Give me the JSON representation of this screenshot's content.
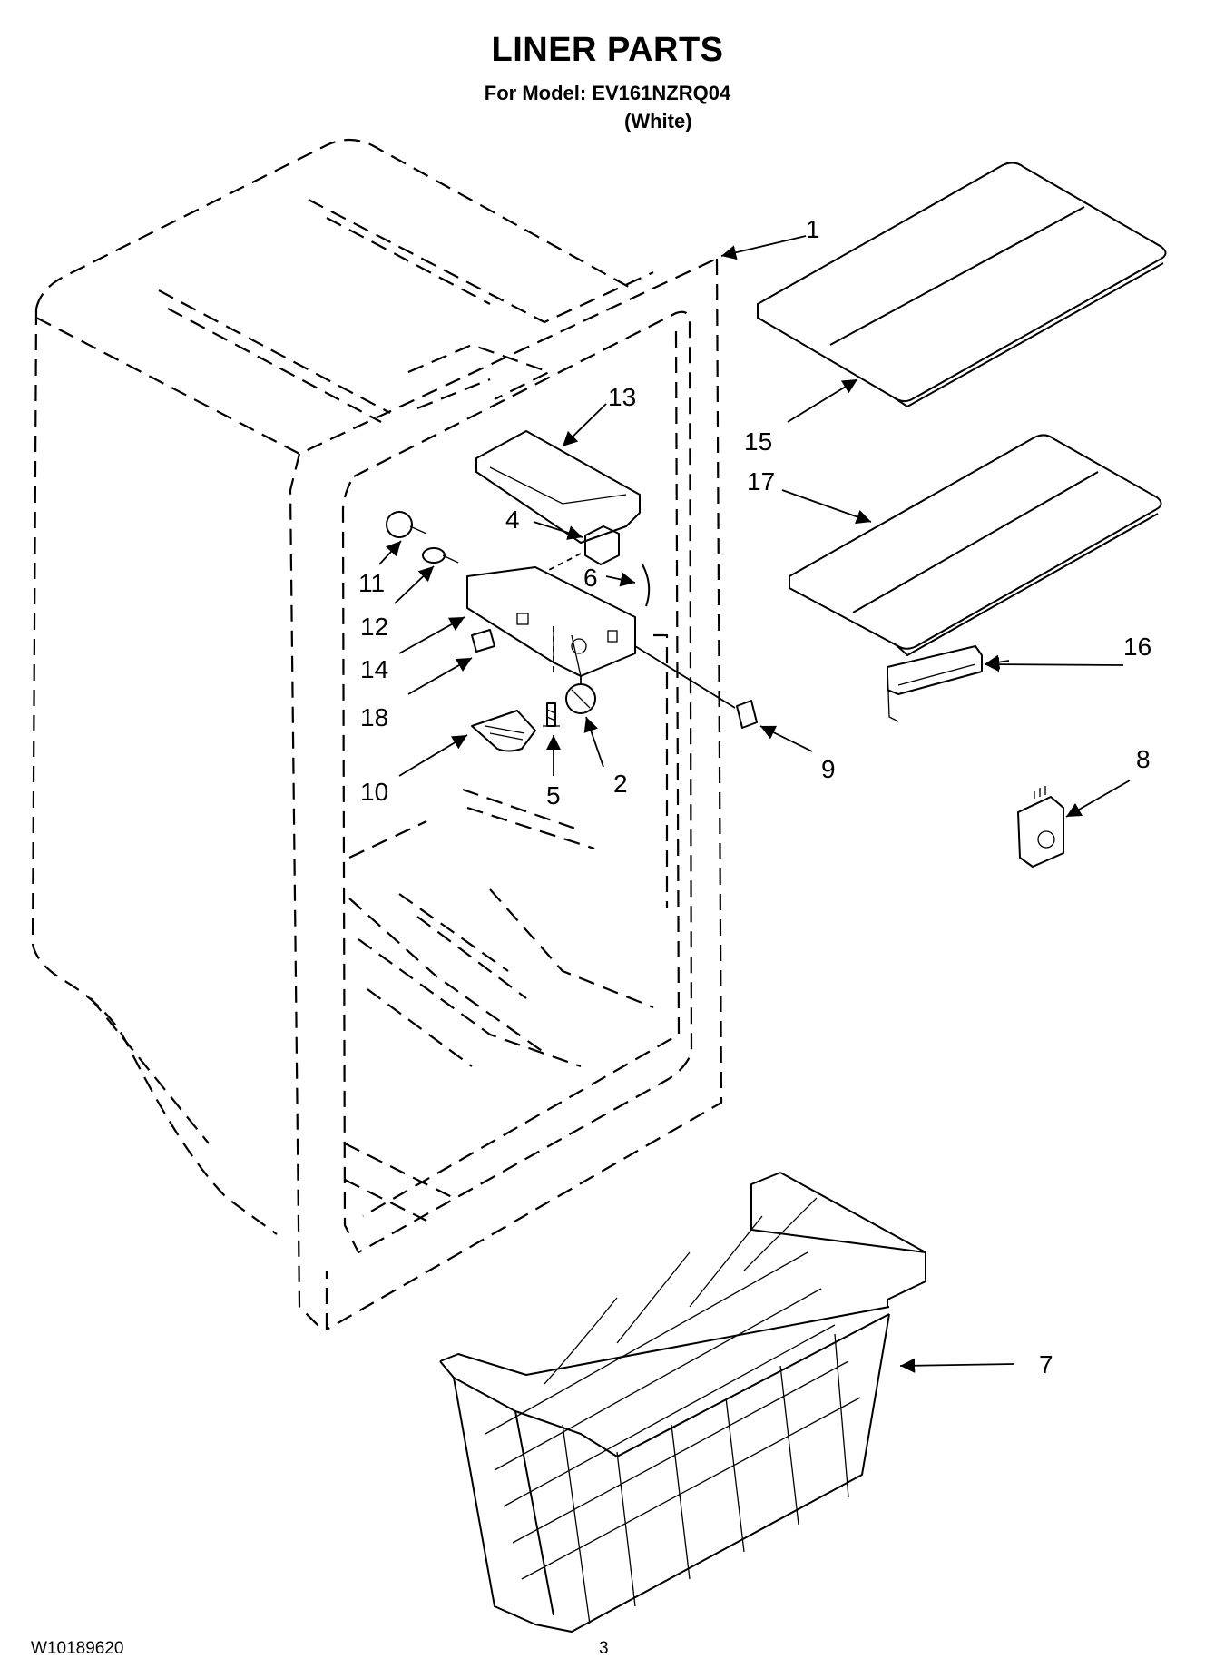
{
  "header": {
    "title": "LINER PARTS",
    "model": "For Model: EV161NZRQ04",
    "color": "(White)"
  },
  "footer": {
    "doc_number": "W10189620",
    "page": "3"
  },
  "callouts": [
    "1",
    "2",
    "4",
    "5",
    "6",
    "7",
    "8",
    "9",
    "10",
    "11",
    "12",
    "13",
    "14",
    "15",
    "16",
    "17",
    "18"
  ]
}
